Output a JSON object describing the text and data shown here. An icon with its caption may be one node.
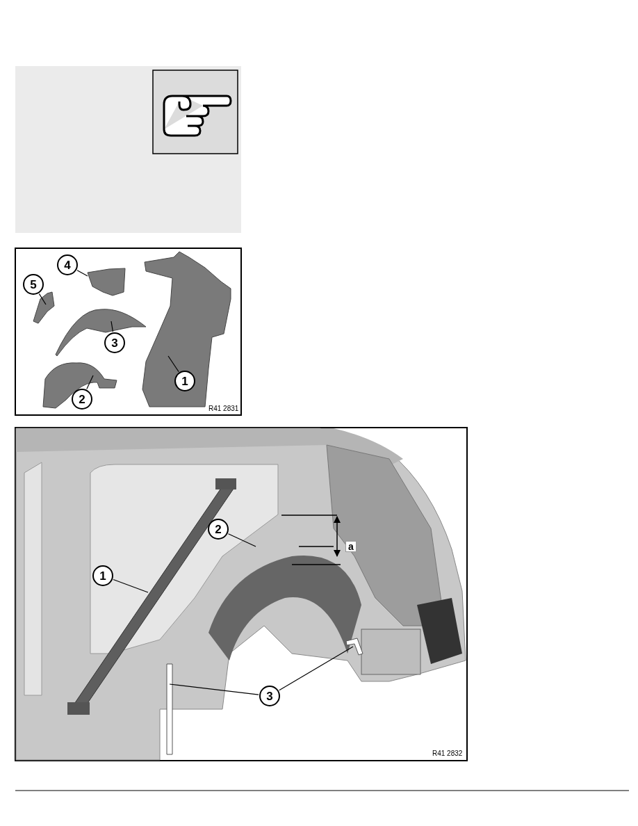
{
  "diagram": {
    "nodes": [
      {
        "text": [
          "4"
        ]
      },
      {
        "text": [
          "5"
        ]
      },
      {
        "text": [
          "3"
        ]
      },
      {
        "text": [
          "1"
        ]
      },
      {
        "text": [
          "2"
        ]
      },
      {
        "text": [
          "2"
        ]
      },
      {
        "text": [
          "1"
        ]
      },
      {
        "text": [
          "3"
        ]
      }
    ],
    "edges": [
      {
        "from": 0,
        "to": null,
        "arrow": "none"
      },
      {
        "from": 1,
        "to": null,
        "arrow": "none"
      },
      {
        "from": 2,
        "to": null,
        "arrow": "none"
      },
      {
        "from": 3,
        "to": null,
        "arrow": "none"
      },
      {
        "from": 4,
        "to": null,
        "arrow": "none"
      },
      {
        "from": 5,
        "to": null,
        "arrow": "none"
      },
      {
        "from": 6,
        "to": null,
        "arrow": "none"
      },
      {
        "from": 7,
        "to": null,
        "arrow": "none"
      },
      {
        "from": 7,
        "to": null,
        "arrow": "none"
      }
    ],
    "labels": [
      "a",
      "R41 2831",
      "R41 2832"
    ]
  }
}
